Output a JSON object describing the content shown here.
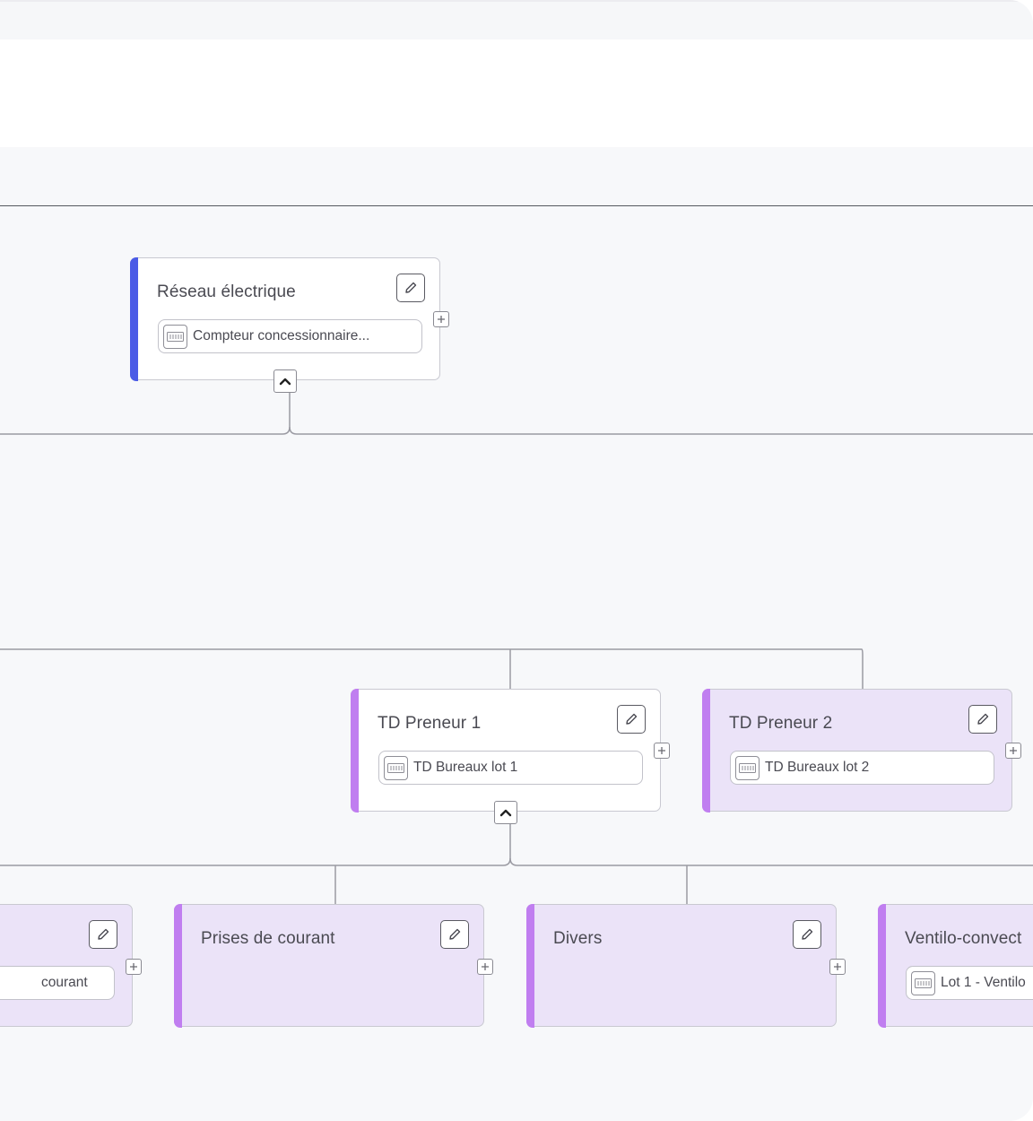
{
  "colors": {
    "accent_blue": "#4b5be6",
    "accent_purple": "#c07ef0",
    "node_purple_bg": "#ebe3f8",
    "link_line": "#9a9aa2"
  },
  "icons": {
    "edit": "pencil-icon",
    "meter": "meter-icon",
    "expand": "plus-icon",
    "collapse": "chevron-up-icon"
  },
  "nodes": {
    "reseau": {
      "title": "Réseau électrique",
      "chip": "Compteur concessionnaire..."
    },
    "td1": {
      "title": "TD Preneur 1",
      "chip": "TD Bureaux lot 1"
    },
    "td2": {
      "title": "TD Preneur 2",
      "chip": "TD Bureaux lot 2"
    },
    "left_partial": {
      "title": "",
      "chip": "courant"
    },
    "prises": {
      "title": "Prises de courant"
    },
    "divers": {
      "title": "Divers"
    },
    "ventilo": {
      "title": "Ventilo-convect",
      "chip": "Lot 1 - Ventilo"
    }
  }
}
